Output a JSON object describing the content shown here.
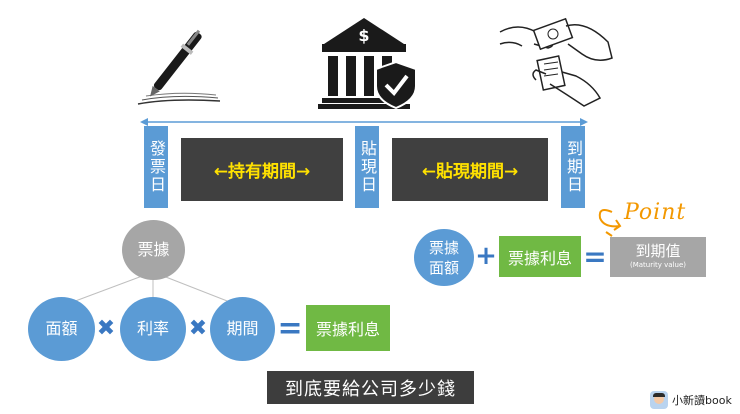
{
  "timeline": {
    "issue_date": "發票日",
    "discount_date": "貼現日",
    "maturity_date": "到期日",
    "holding_period": "←持有期間→",
    "discount_period": "←貼現期間→"
  },
  "tree": {
    "root": "票據",
    "face_value": "面額",
    "rate": "利率",
    "period": "期間",
    "result": "票據利息"
  },
  "formula": {
    "face_value": "票據面額",
    "interest": "票據利息",
    "maturity_value": "到期值",
    "maturity_value_en": "(Maturity value)",
    "point_note": "Point"
  },
  "subtitle": "到底要給公司多少錢",
  "watermark": "小新讀book",
  "colors": {
    "blue": "#5b9bd5",
    "dark": "#404040",
    "yellow": "#ffe100",
    "green": "#70b944",
    "gray": "#a6a6a6",
    "orange": "#f39800"
  }
}
